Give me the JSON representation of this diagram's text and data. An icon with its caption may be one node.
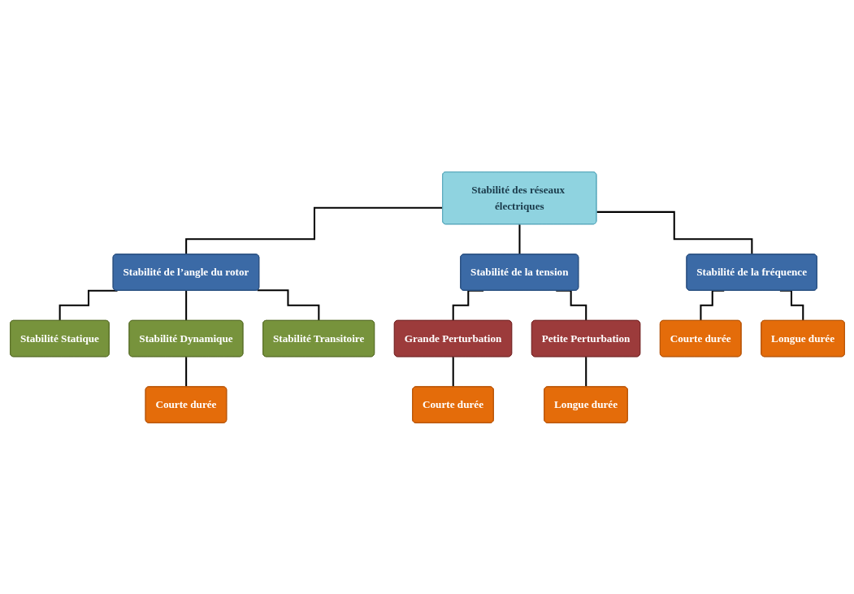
{
  "diagram": {
    "nodes": [
      {
        "text": [
          "Stabilité des réseaux électriques"
        ]
      },
      {
        "text": [
          "Stabilité de l’angle du rotor"
        ]
      },
      {
        "text": [
          "Stabilité de la fréquence"
        ]
      },
      {
        "text": [
          "Stabilité de la tension"
        ]
      },
      {
        "text": [
          "Stabilité Statique"
        ]
      },
      {
        "text": [
          "Stabilité Dynamique"
        ]
      },
      {
        "text": [
          "Stabilité Transitoire"
        ]
      },
      {
        "text": [
          "Courte durée"
        ]
      },
      {
        "text": [
          "Grande Perturbation"
        ]
      },
      {
        "text": [
          "Petite Perturbation"
        ]
      },
      {
        "text": [
          "Courte durée"
        ]
      },
      {
        "text": [
          "Longue durée"
        ]
      },
      {
        "text": [
          "Courte durée"
        ]
      },
      {
        "text": [
          "Longue durée"
        ]
      }
    ],
    "edges": [
      {
        "from": 0,
        "to": 1,
        "arrow": "none"
      },
      {
        "from": 0,
        "to": 2,
        "arrow": "none"
      },
      {
        "from": 0,
        "to": 3,
        "arrow": "none"
      },
      {
        "from": 1,
        "to": 4,
        "arrow": "none"
      },
      {
        "from": 1,
        "to": 5,
        "arrow": "none"
      },
      {
        "from": 1,
        "to": 6,
        "arrow": "none"
      },
      {
        "from": 5,
        "to": 7,
        "arrow": "none"
      },
      {
        "from": 3,
        "to": 8,
        "arrow": "none"
      },
      {
        "from": 3,
        "to": 9,
        "arrow": "none"
      },
      {
        "from": 2,
        "to": 10,
        "arrow": "none"
      },
      {
        "from": 2,
        "to": 11,
        "arrow": "none"
      },
      {
        "from": 8,
        "to": 12,
        "arrow": "none"
      },
      {
        "from": 9,
        "to": 13,
        "arrow": "none"
      }
    ]
  }
}
